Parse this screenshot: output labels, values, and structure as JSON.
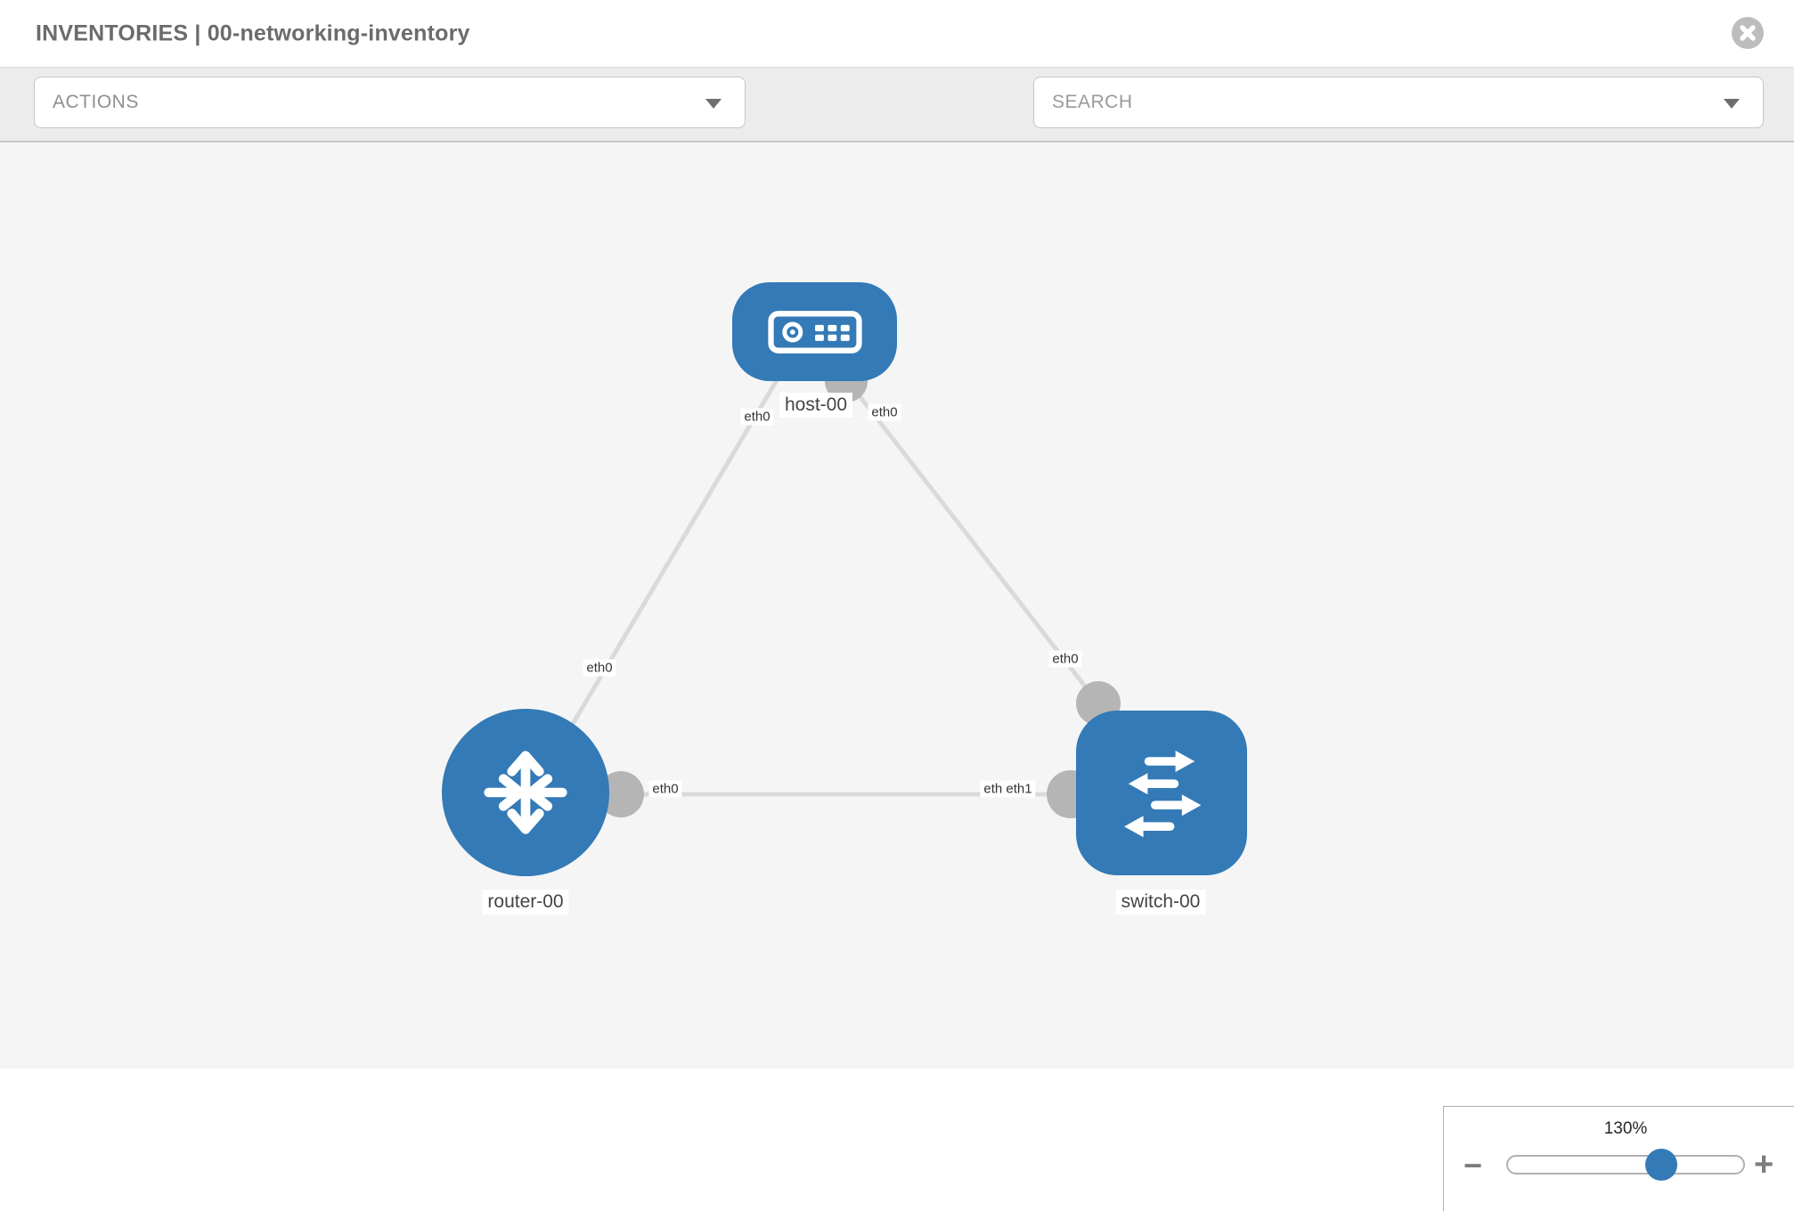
{
  "header": {
    "title": "INVENTORIES | 00-networking-inventory"
  },
  "toolbar": {
    "actions_label": "ACTIONS",
    "search_placeholder": "SEARCH",
    "icons": [
      "wrench-icon",
      "key-icon"
    ]
  },
  "zoom_control": {
    "level": "130%",
    "minus_label": "−",
    "plus_label": "+"
  },
  "colors": {
    "node_fill": "#337ab7",
    "link_line": "#dadada",
    "interface_dot": "#b5b5b5",
    "slider_knob": "#337ab7"
  },
  "topology": {
    "nodes": [
      {
        "id": "host-00",
        "type": "host",
        "label": "host-00"
      },
      {
        "id": "router-00",
        "type": "router",
        "label": "router-00"
      },
      {
        "id": "switch-00",
        "type": "switch",
        "label": "switch-00"
      }
    ],
    "links": [
      {
        "from": "host-00",
        "from_if": "eth0",
        "to": "router-00",
        "to_if": "eth0"
      },
      {
        "from": "host-00",
        "from_if": "eth0",
        "to": "switch-00",
        "to_if": "eth0"
      },
      {
        "from": "router-00",
        "from_if": "eth0",
        "to": "switch-00",
        "to_if": "eth1"
      }
    ],
    "interface_labels": [
      {
        "text": "eth0",
        "near": "host-00-left"
      },
      {
        "text": "eth0",
        "near": "host-00-right"
      },
      {
        "text": "eth0",
        "near": "router-00-top"
      },
      {
        "text": "eth0",
        "near": "switch-00-top"
      },
      {
        "text": "eth0",
        "near": "router-00-right"
      },
      {
        "text": "eth0",
        "near": "switch-00-left-under"
      },
      {
        "text": "eth1",
        "near": "switch-00-left"
      }
    ]
  }
}
